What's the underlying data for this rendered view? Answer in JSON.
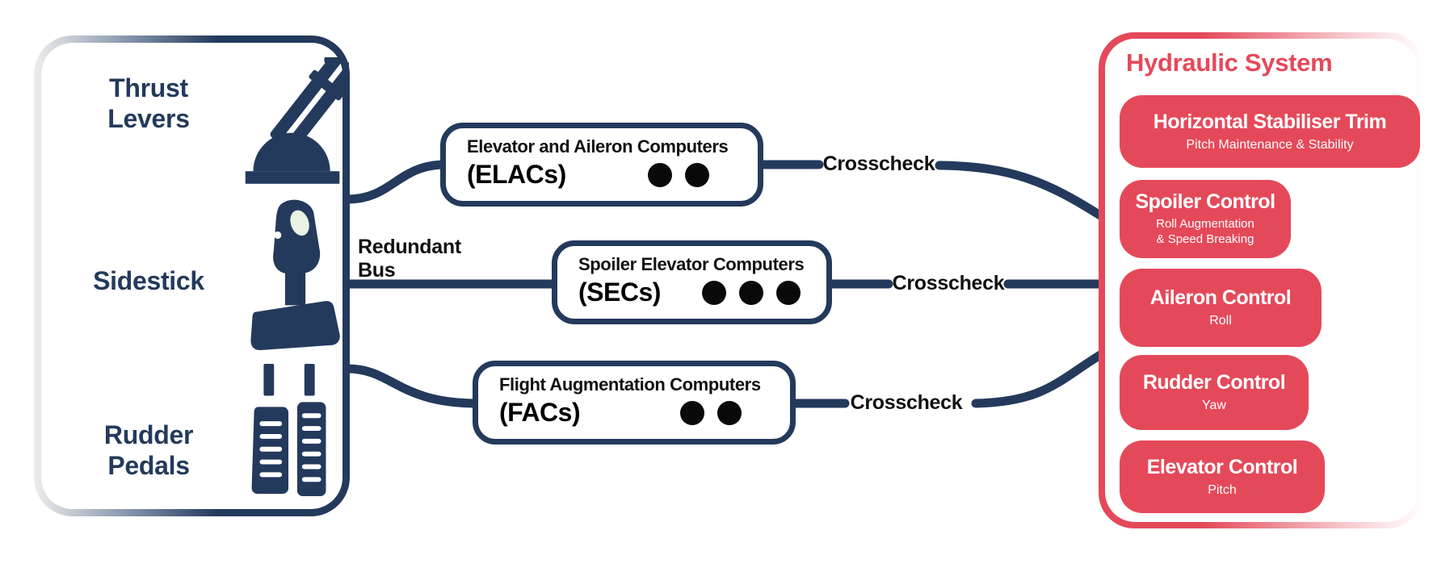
{
  "colors": {
    "navy": "#243a5c",
    "red": "#e4495a",
    "ink": "#111111"
  },
  "left_panel": {
    "items": [
      {
        "label": "Thrust\nLevers",
        "icon": "thrust-levers-icon"
      },
      {
        "label": "Sidestick",
        "icon": "sidestick-icon"
      },
      {
        "label": "Rudder\nPedals",
        "icon": "rudder-pedals-icon"
      }
    ]
  },
  "bus_label": "Redundant\nBus",
  "computers": [
    {
      "name": "Elevator and Aileron Computers",
      "acronym": "(ELACs)",
      "unit_count": 2,
      "crosscheck_label": "Crosscheck"
    },
    {
      "name": "Spoiler Elevator Computers",
      "acronym": "(SECs)",
      "unit_count": 3,
      "crosscheck_label": "Crosscheck"
    },
    {
      "name": "Flight Augmentation Computers",
      "acronym": "(FACs)",
      "unit_count": 2,
      "crosscheck_label": "Crosscheck"
    }
  ],
  "hydraulic": {
    "title": "Hydraulic System",
    "functions": [
      {
        "title": "Horizontal Stabiliser Trim",
        "subtitle": "Pitch Maintenance & Stability"
      },
      {
        "title": "Spoiler Control",
        "subtitle": "Roll Augmentation\n& Speed Breaking"
      },
      {
        "title": "Aileron Control",
        "subtitle": "Roll"
      },
      {
        "title": "Rudder Control",
        "subtitle": "Yaw"
      },
      {
        "title": "Elevator Control",
        "subtitle": "Pitch"
      }
    ]
  }
}
